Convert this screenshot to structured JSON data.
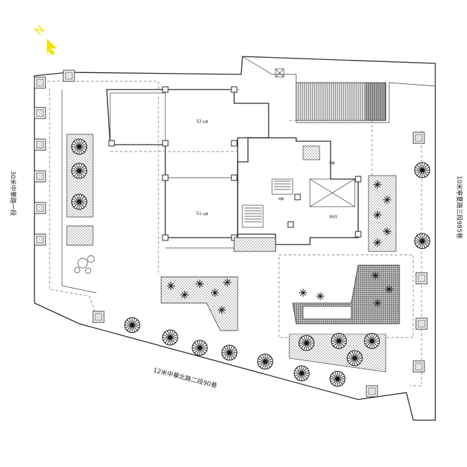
{
  "north_label": "N",
  "north_arrow_color": "#f2e200",
  "roads": {
    "west": "30米中華路一段",
    "south": "12米中華北路二段90巷",
    "east": "10米寧夏路三段985巷"
  },
  "units": {
    "unit_52": "52",
    "unit_52_note": "店鋪",
    "unit_51": "51",
    "unit_51_note": "店鋪"
  },
  "room_labels": {
    "lobby": "門廳",
    "office": "管理室",
    "shaft": "梯廳"
  },
  "icons": {
    "tree": "tree-icon",
    "north": "north-arrow-icon"
  }
}
